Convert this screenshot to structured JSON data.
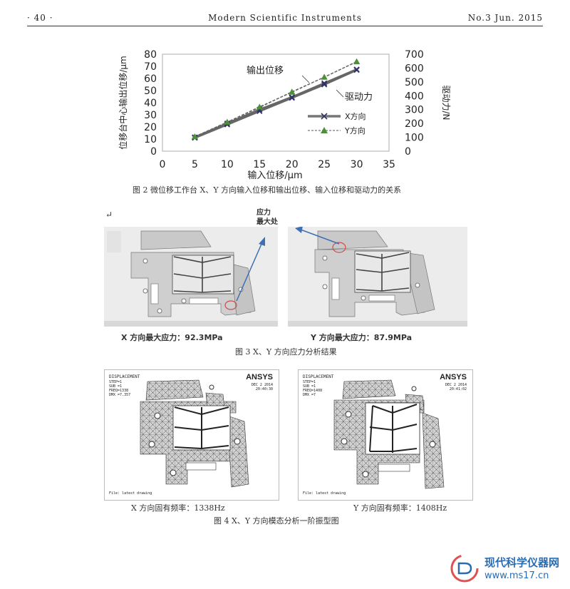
{
  "header": {
    "page": "· 40 ·",
    "journal": "Modern Scientific Instruments",
    "issue": "No.3 Jun. 2015"
  },
  "fig2": {
    "caption": "图 2   微位移工作台 X、Y 方向输入位移和输出位移、输入位移和驱动力的关系",
    "chart_data": {
      "type": "line",
      "xlabel": "输入位移/μm",
      "ylabel": "位移台中心输出位移/μm",
      "y2label": "驱动力/N",
      "xlim": [
        0,
        35
      ],
      "ylim": [
        0,
        80
      ],
      "y2lim": [
        0,
        700
      ],
      "x_ticks": [
        0,
        5,
        10,
        15,
        20,
        25,
        30,
        35
      ],
      "y_ticks": [
        0,
        10,
        20,
        30,
        40,
        50,
        60,
        70,
        80
      ],
      "y2_ticks": [
        0,
        100,
        200,
        300,
        400,
        500,
        600,
        700
      ],
      "annotations": [
        "输出位移",
        "驱动力"
      ],
      "x": [
        5,
        10,
        15,
        20,
        25,
        30
      ],
      "series": [
        {
          "name": "X方向",
          "marker": "x",
          "color": "#333366",
          "values": [
            11,
            22,
            33,
            44,
            55,
            67
          ]
        },
        {
          "name": "Y方向",
          "marker": "triangle",
          "color": "#4e8f3a",
          "values": [
            12,
            24,
            36,
            49,
            61,
            74
          ]
        }
      ],
      "series_y2": [
        {
          "name": "X方向",
          "marker": "x",
          "color": "#333366",
          "values": [
            100,
            200,
            300,
            390,
            490,
            590
          ]
        },
        {
          "name": "Y方向",
          "marker": "triangle",
          "color": "#4e8f3a",
          "values": [
            105,
            210,
            320,
            425,
            535,
            645
          ]
        }
      ]
    }
  },
  "fig3": {
    "caption": "图 3   X、Y 方向应力分析结果",
    "callout": [
      "应力",
      "最大处"
    ],
    "left_label": "X 方向最大应力：92.3MPa",
    "right_label": "Y 方向最大应力：87.9MPa"
  },
  "fig4": {
    "caption": "图 4   X、Y 方向模态分析一阶振型图",
    "left": {
      "title": "DISPLACEMENT",
      "logo": "ANSYS",
      "date": "DEC 2 2014",
      "time": "20:40:30",
      "params": [
        "STEP=1",
        "SUB =1",
        "FREQ=1338",
        "DMX =7.357"
      ],
      "footer": "File: latest drawing",
      "label": "X 方向固有频率：1338Hz"
    },
    "right": {
      "title": "DISPLACEMENT",
      "logo": "ANSYS",
      "date": "DEC 2 2014",
      "time": "20:41:02",
      "params": [
        "STEP=1",
        "SUB =1",
        "FREQ=1408",
        "DMX =7"
      ],
      "footer": "File: latest drawing",
      "label": "Y 方向固有频率：1408Hz"
    }
  },
  "watermark": {
    "site_name": "现代科学仪器网",
    "url": "www.ms17.cn",
    "color": "#2b6cb0"
  }
}
